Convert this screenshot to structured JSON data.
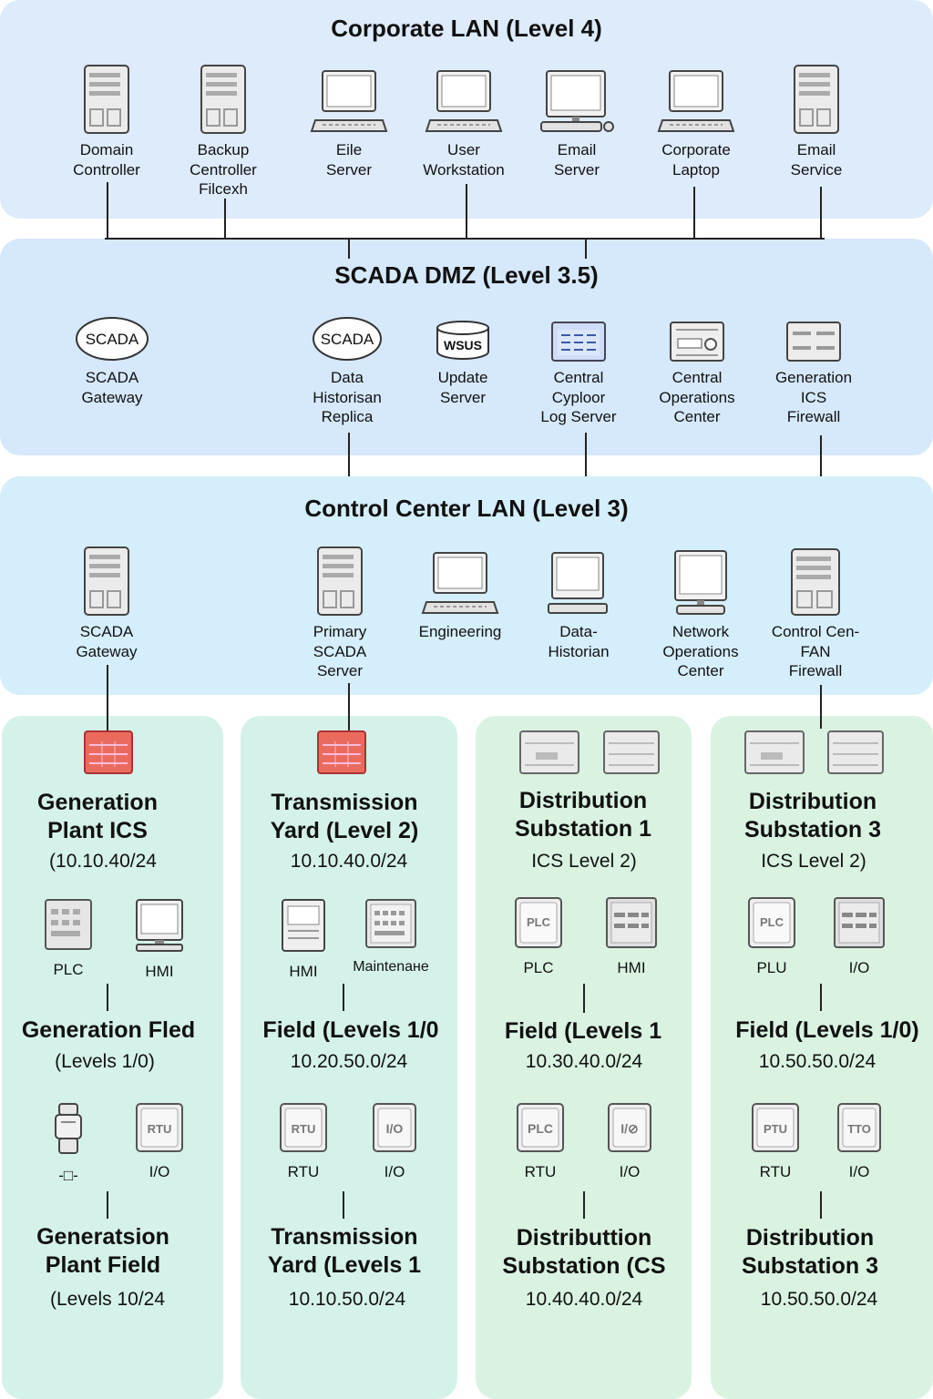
{
  "colors": {
    "corporate": "#ddebfb",
    "dmz": "#d6e8fb",
    "control": "#d5eefb",
    "plant_a": "#d5f2ea",
    "plant_b": "#d9f3e0",
    "firewall_red": "#ea6b5d"
  },
  "corporate": {
    "title": "Corporate LAN (Level 4)",
    "nodes": [
      {
        "label": "Domain\nController",
        "icon": "server-tower-icon"
      },
      {
        "label": "Backup\nCentroller\nFilceхh",
        "icon": "server-tower-icon"
      },
      {
        "label": "Eile\nServer",
        "icon": "laptop-icon"
      },
      {
        "label": "User\nWorkstation",
        "icon": "laptop-icon"
      },
      {
        "label": "Email\nServer",
        "icon": "desktop-icon"
      },
      {
        "label": "Corporate\nLaptop",
        "icon": "laptop-icon"
      },
      {
        "label": "Email\nService",
        "icon": "server-tower-icon"
      }
    ]
  },
  "dmz": {
    "title": "SCADA DMZ (Level 3.5)",
    "nodes": [
      {
        "label": "SCADA\nGateway",
        "icon": "scada-oval-icon",
        "badge": "SCADA"
      },
      {
        "label": "Data\nHistorisan\nReplica",
        "icon": "scada-oval-icon",
        "badge": "SCADA"
      },
      {
        "label": "Update\nServer",
        "icon": "wsus-database-icon",
        "badge": "WSUS"
      },
      {
        "label": "Central\nCyploor\nLog Server",
        "icon": "log-panel-icon"
      },
      {
        "label": "Central\nOperations\nCenter",
        "icon": "control-device-icon"
      },
      {
        "label": "Generation\nICS\nFirewall",
        "icon": "firewall-appliance-icon"
      }
    ]
  },
  "control": {
    "title": "Control Center LAN (Level 3)",
    "nodes": [
      {
        "label": "SCADA\nGateway",
        "icon": "server-tower-icon"
      },
      {
        "label": "Primary\nSCADA\nServer",
        "icon": "server-tower-icon"
      },
      {
        "label": "Engineering",
        "icon": "laptop-icon"
      },
      {
        "label": "Data-\nHistorian",
        "icon": "laptop-icon"
      },
      {
        "label": "Network\nOperations\nCenter",
        "icon": "desktop-icon"
      },
      {
        "label": "Control Cen-\nFAN\nFirewall",
        "icon": "server-tower-icon"
      }
    ]
  },
  "plants": [
    {
      "title": "Generation\nPlant ICS",
      "subnet": "(10.10.40/24",
      "devices": [
        {
          "label": "PLC",
          "icon": "plc-module-icon"
        },
        {
          "label": "HMI",
          "icon": "monitor-icon"
        }
      ],
      "field_title": "Generation Fled",
      "field_sub": "(Levels 1/0)",
      "field_devices": [
        {
          "label": "-□-",
          "icon": "sensor-icon"
        },
        {
          "label": "I/O",
          "icon": "rtu-box-icon",
          "badge": "RTU"
        }
      ],
      "bottom_title": "Generatsion\nPlant Field",
      "bottom_sub": "(Levels 10/24"
    },
    {
      "title": "Transmission\nYard (Level 2)",
      "subnet": "10.10.40.0/24",
      "devices": [
        {
          "label": "HMI",
          "icon": "hmi-terminal-icon"
        },
        {
          "label": "Maintenaнe",
          "icon": "maintenance-panel-icon"
        }
      ],
      "field_title": "Field (Levels 1/0",
      "field_sub": "10.20.50.0/24",
      "field_devices": [
        {
          "label": "RTU",
          "icon": "rtu-box-icon",
          "badge": "RTU"
        },
        {
          "label": "I/O",
          "icon": "io-box-icon",
          "badge": "I/O"
        }
      ],
      "bottom_title": "Transmission\nYard (Levels 1",
      "bottom_sub": "10.10.50.0/24"
    },
    {
      "title": "Distribution\nSubstation 1",
      "subnet": "ICS Level 2)",
      "devices": [
        {
          "label": "PLC",
          "icon": "plc-box-icon",
          "badge": "PLC"
        },
        {
          "label": "HMI",
          "icon": "panel-box-icon"
        }
      ],
      "field_title": "Field (Levels 1",
      "field_sub": "10.30.40.0/24",
      "field_devices": [
        {
          "label": "RTU",
          "icon": "rtu-box-icon",
          "badge": "PLC"
        },
        {
          "label": "I/O",
          "icon": "io-box-icon",
          "badge": "I/⊘"
        }
      ],
      "bottom_title": "Distributtion\nSubstation (CS",
      "bottom_sub": "10.40.40.0/24"
    },
    {
      "title": "Distribution\nSubstation 3",
      "subnet": "ICS Level 2)",
      "devices": [
        {
          "label": "PLU",
          "icon": "plc-box-icon",
          "badge": "PLC"
        },
        {
          "label": "I/O",
          "icon": "panel-box-icon"
        }
      ],
      "field_title": "Field (Levels 1/0)",
      "field_sub": "10.50.50.0/24",
      "field_devices": [
        {
          "label": "RTU",
          "icon": "rtu-box-icon",
          "badge": "PTU"
        },
        {
          "label": "I/O",
          "icon": "io-box-icon",
          "badge": "TTO"
        }
      ],
      "bottom_title": "Distribution\nSubstation 3",
      "bottom_sub": "10.50.50.0/24"
    }
  ]
}
